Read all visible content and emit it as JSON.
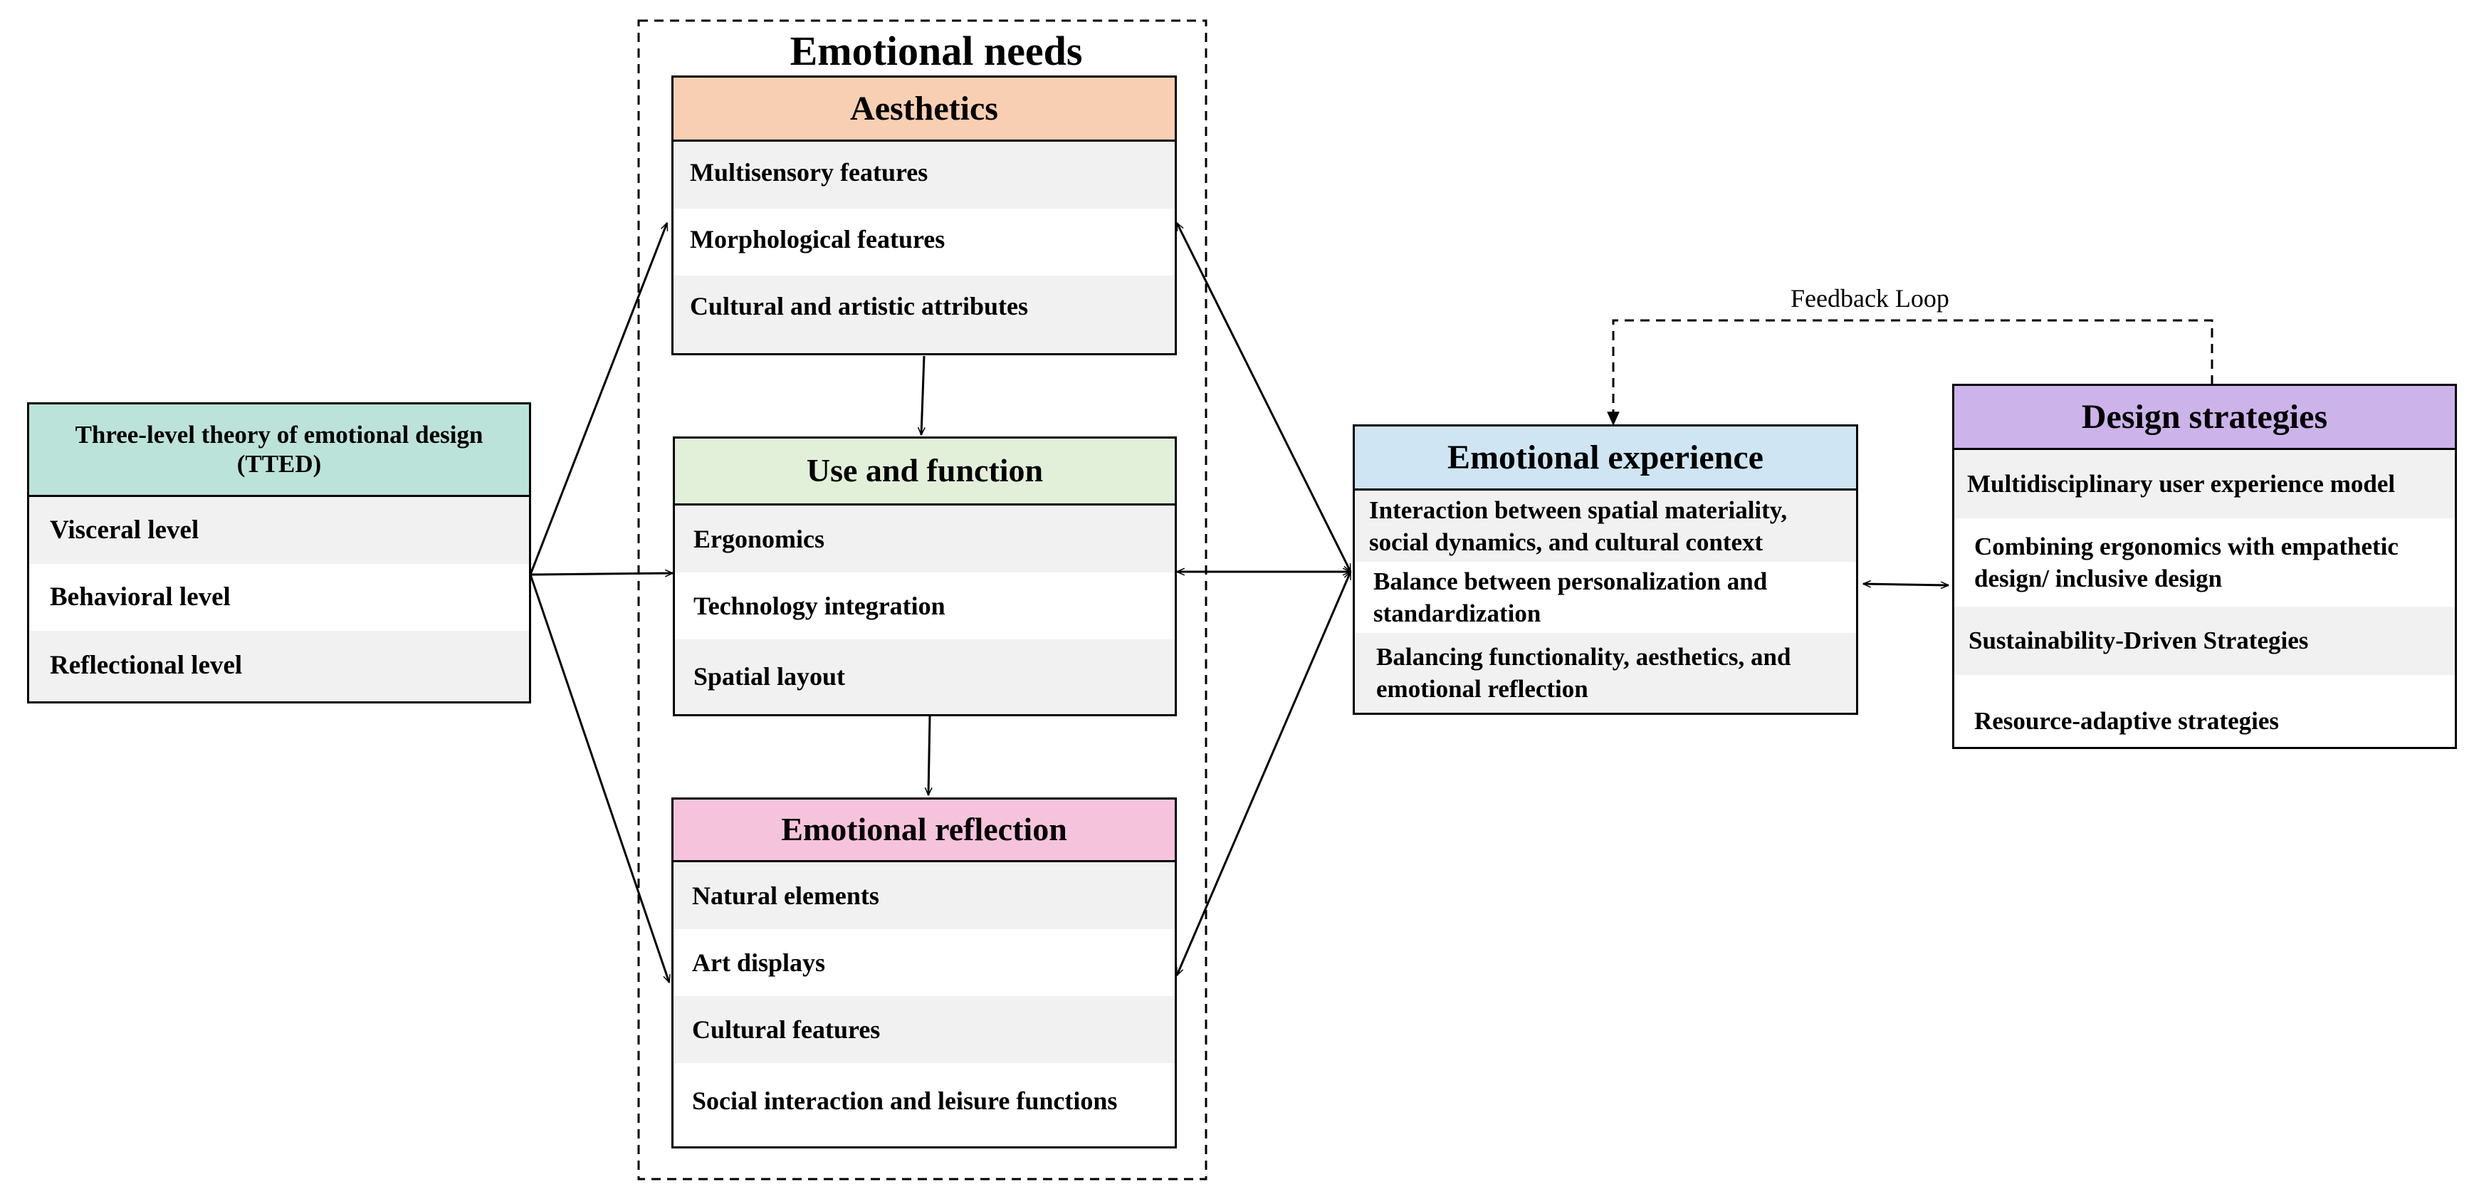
{
  "title": "Emotional needs",
  "feedback_label": "Feedback Loop",
  "colors": {
    "tted": "#bce3da",
    "aesthetics": "#f8cfb2",
    "use": "#e2f0da",
    "reflection": "#f6c3dc",
    "experience": "#cfe5f3",
    "strategies": "#ccb3ea",
    "row_shade": "#f1f1f1"
  },
  "tted": {
    "title": "Three-level theory of emotional design (TTED)",
    "items": [
      "Visceral level",
      "Behavioral level",
      "Reflectional level"
    ]
  },
  "aesthetics": {
    "title": "Aesthetics",
    "items": [
      "Multisensory features",
      "Morphological features",
      "Cultural and artistic attributes"
    ]
  },
  "use_function": {
    "title": "Use and function",
    "items": [
      "Ergonomics",
      "Technology integration",
      "Spatial layout"
    ]
  },
  "emotional_reflection": {
    "title": "Emotional reflection",
    "items": [
      "Natural elements",
      "Art displays",
      "Cultural features",
      "Social interaction and leisure functions"
    ]
  },
  "emotional_experience": {
    "title": "Emotional experience",
    "items": [
      "Interaction between spatial materiality, social dynamics, and cultural context",
      "Balance between personalization and standardization",
      "Balancing functionality, aesthetics, and emotional reflection"
    ]
  },
  "design_strategies": {
    "title": "Design strategies",
    "items": [
      "Multidisciplinary user experience model",
      "Combining ergonomics with empathetic design/ inclusive design",
      "Sustainability-Driven Strategies",
      "Resource-adaptive strategies"
    ]
  }
}
